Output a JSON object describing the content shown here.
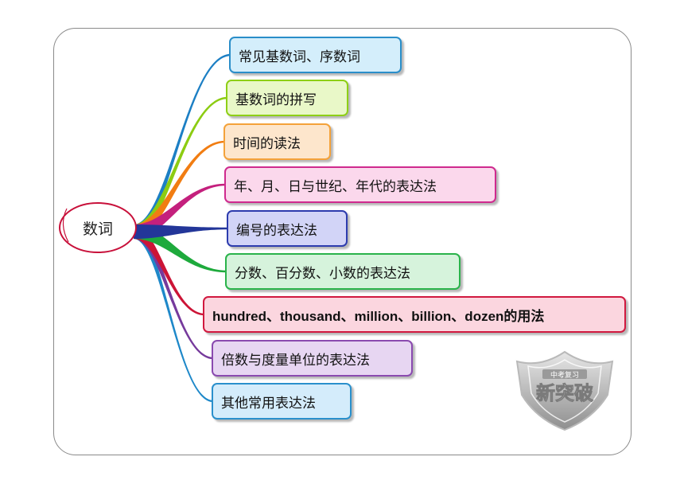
{
  "center": {
    "label": "数词"
  },
  "topics": [
    {
      "label": "常见基数词、序数词",
      "fill": "#d4eefb",
      "border": "#2a8ec9",
      "branch": "#1c7fc4"
    },
    {
      "label": "基数词的拼写",
      "fill": "#e9f8c8",
      "border": "#8ecf16",
      "branch": "#8ccc12"
    },
    {
      "label": "时间的读法",
      "fill": "#fde6cc",
      "border": "#f4a23a",
      "branch": "#f17d12"
    },
    {
      "label": "年、月、日与世纪、年代的表达法",
      "fill": "#fbd8ec",
      "border": "#cf2a8e",
      "branch": "#c4207d"
    },
    {
      "label": "编号的表达法",
      "fill": "#d2d4f7",
      "border": "#2d3cae",
      "branch": "#233699"
    },
    {
      "label": "分数、百分数、小数的表达法",
      "fill": "#d6f3dc",
      "border": "#2ab34b",
      "branch": "#1eaa3c"
    },
    {
      "label": "hundred、thousand、million、billion、dozen的用法",
      "fill": "#fbd6df",
      "border": "#d1193f",
      "branch": "#cc1436"
    },
    {
      "label": "倍数与度量单位的表达法",
      "fill": "#e7d6f2",
      "border": "#8a4aaf",
      "branch": "#763a9c"
    },
    {
      "label": "其他常用表达法",
      "fill": "#d4ecfb",
      "border": "#2a90cc",
      "branch": "#1e88c9"
    }
  ],
  "badge": {
    "text": "新突破",
    "subtitle": "中考复习"
  }
}
